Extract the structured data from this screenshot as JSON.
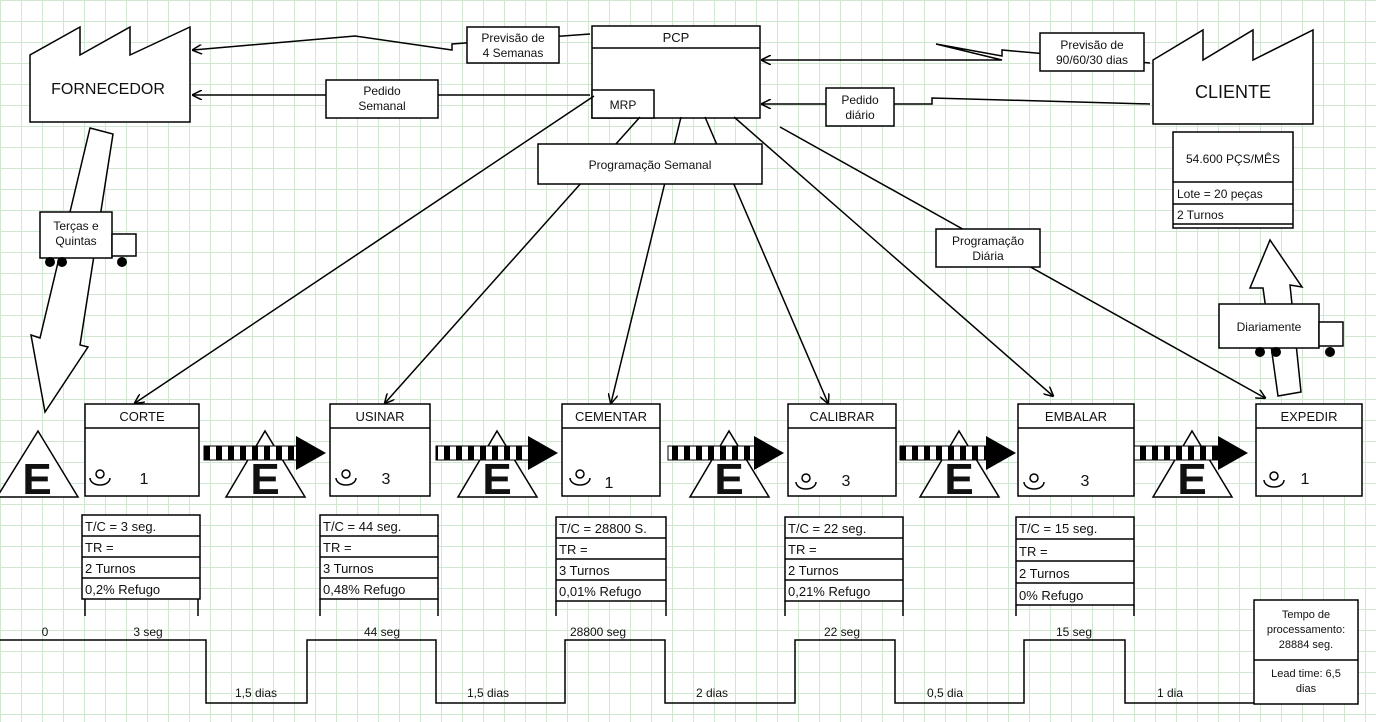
{
  "supplier": {
    "name": "FORNECEDOR"
  },
  "customer": {
    "name": "CLIENTE"
  },
  "pcp": {
    "title": "PCP",
    "mrp": "MRP"
  },
  "info_flows": {
    "forecast_supplier": [
      "Previsão de",
      "4 Semanas"
    ],
    "weekly_order": [
      "Pedido",
      "Semanal"
    ],
    "forecast_customer": [
      "Previsão de",
      "90/60/30 dias"
    ],
    "daily_order": [
      "Pedido",
      "diário"
    ],
    "weekly_schedule": "Programação Semanal",
    "daily_schedule": [
      "Programação",
      "Diária"
    ]
  },
  "customer_data": [
    "54.600 PÇS/MÊS",
    "Lote = 20 peças",
    "2 Turnos"
  ],
  "inbound_truck": {
    "label": [
      "Terças e",
      "Quintas"
    ]
  },
  "outbound_truck": {
    "label": "Diariamente"
  },
  "inventory_letter": "E",
  "processes": [
    {
      "name": "CORTE",
      "operators": "1",
      "data": [
        "T/C = 3 seg.",
        "TR =",
        "2 Turnos",
        "0,2% Refugo"
      ],
      "cycle_time": "3 seg"
    },
    {
      "name": "USINAR",
      "operators": "3",
      "data": [
        "T/C = 44 seg.",
        "TR =",
        "3 Turnos",
        "0,48% Refugo"
      ],
      "cycle_time": "44 seg"
    },
    {
      "name": "CEMENTAR",
      "operators": "1",
      "data": [
        "T/C = 28800 S.",
        "TR =",
        "3 Turnos",
        "0,01% Refugo"
      ],
      "cycle_time": "28800 seg"
    },
    {
      "name": "CALIBRAR",
      "operators": "3",
      "data": [
        "T/C = 22 seg.",
        "TR =",
        "2 Turnos",
        "0,21% Refugo"
      ],
      "cycle_time": "22 seg"
    },
    {
      "name": "EMBALAR",
      "operators": "3",
      "data": [
        "T/C = 15 seg.",
        "TR =",
        "2 Turnos",
        "0% Refugo"
      ],
      "cycle_time": "15 seg"
    },
    {
      "name": "EXPEDIR",
      "operators": "1"
    }
  ],
  "timeline": {
    "start": "0",
    "waits": [
      "1,5 dias",
      "1,5 dias",
      "2 dias",
      "0,5 dia",
      "1 dia"
    ],
    "summary": {
      "processing": [
        "Tempo de",
        "processamento:",
        "28884 seg."
      ],
      "lead_time": [
        "Lead time: 6,5",
        "dias"
      ]
    }
  }
}
